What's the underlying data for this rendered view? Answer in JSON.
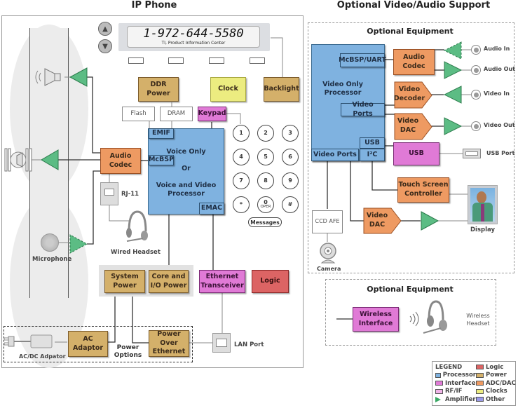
{
  "titles": {
    "ip_phone": "IP Phone",
    "optional_video_audio": "Optional Video/Audio Support",
    "optional_equipment_top": "Optional Equipment",
    "optional_equipment_bottom": "Optional Equipment"
  },
  "display": {
    "number": "1-972-644-5580",
    "caption": "TI, Product Information Center"
  },
  "phone_blocks": {
    "ddr_power": "DDR Power",
    "clock": "Clock",
    "backlight": "Backlight",
    "flash": "Flash",
    "dram": "DRAM",
    "keypad": "Keypad",
    "emif": "EMIF",
    "mcbsp": "McBSP",
    "emac": "EMAC",
    "processor_line1": "Voice Only",
    "processor_line2": "Or",
    "processor_line3": "Voice and Video",
    "processor_line4": "Processor",
    "audio_codec": "Audio Codec",
    "rj11": "RJ-11",
    "wired_headset": "Wired Headset",
    "microphone": "Microphone",
    "system_power": "System Power",
    "core_io_power": "Core and I/O Power",
    "ethernet_transceiver": "Ethernet Transceiver",
    "logic": "Logic",
    "ac_adaptor": "AC Adaptor",
    "power_options": "Power Options",
    "poe": "Power Over Ethernet",
    "acdc_adaptor": "AC/DC Adpator",
    "lan_port": "LAN Port"
  },
  "keypad_keys": [
    {
      "main": "1",
      "sub": ""
    },
    {
      "main": "2",
      "sub": ""
    },
    {
      "main": "3",
      "sub": ""
    },
    {
      "main": "4",
      "sub": ""
    },
    {
      "main": "5",
      "sub": ""
    },
    {
      "main": "6",
      "sub": ""
    },
    {
      "main": "7",
      "sub": ""
    },
    {
      "main": "8",
      "sub": ""
    },
    {
      "main": "9",
      "sub": ""
    },
    {
      "main": "*",
      "sub": ""
    },
    {
      "main": "0",
      "sub": "OPER"
    },
    {
      "main": "#",
      "sub": ""
    }
  ],
  "messages_button": "Messages",
  "video_blocks": {
    "processor_line1": "Video Only",
    "processor_line2": "Processor",
    "mcbsp_uart": "McBSP/UART",
    "video_ports_right": "Video Ports",
    "usb_port_block": "USB",
    "video_ports_bottom": "Video Ports",
    "i2c": "I²C",
    "audio_codec": "Audio Codec",
    "video_decoder": "Video Decoder",
    "video_dac_top": "Video DAC",
    "usb": "USB",
    "touch_screen": "Touch Screen Controller",
    "ccd_afe": "CCD AFE",
    "video_dac_bottom": "Video DAC",
    "audio_in": "Audio In",
    "audio_out": "Audio Out",
    "video_in": "Video In",
    "video_out": "Video Out",
    "usb_port": "USB Port",
    "display": "Display",
    "camera": "Camera",
    "wireless_interface": "Wireless Interface",
    "wireless_headset": "Wireless Headset"
  },
  "legend": {
    "title": "LEGEND",
    "items": [
      {
        "label": "Processor",
        "color": "#7fb2e0"
      },
      {
        "label": "Interface",
        "color": "#e07ad6"
      },
      {
        "label": "RF/IF",
        "color": "#f0b4e8"
      },
      {
        "label": "Amplifier",
        "color": "#3aa864"
      },
      {
        "label": "Logic",
        "color": "#dc6464"
      },
      {
        "label": "Power",
        "color": "#d4b06a"
      },
      {
        "label": "ADC/DAC",
        "color": "#ee9a62"
      },
      {
        "label": "Clocks",
        "color": "#ecec80"
      },
      {
        "label": "Other",
        "color": "#9a9ae8"
      }
    ]
  }
}
